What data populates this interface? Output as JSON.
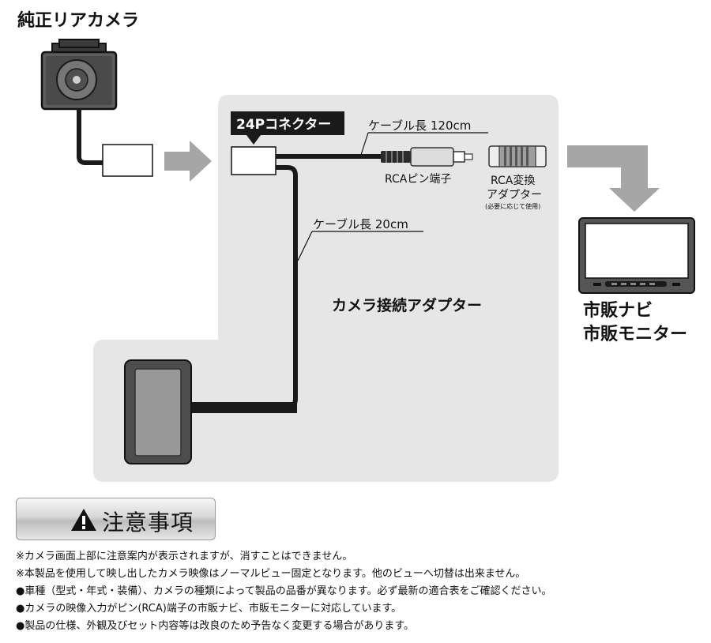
{
  "diagram": {
    "camera_title": "純正リアカメラ",
    "connector_label": "24Pコネクター",
    "cable_long_label": "ケーブル長 120cm",
    "cable_short_label": "ケーブル長 20cm",
    "rca_pin_label": "RCAピン端子",
    "rca_adapter_line1": "RCA変換",
    "rca_adapter_line2": "アダプター",
    "rca_adapter_note": "(必要に応じて使用)",
    "adapter_label": "カメラ接続アダプター",
    "navi_label": "市販ナビ",
    "monitor_label": "市販モニター"
  },
  "notice": {
    "title": "注意事項",
    "items": [
      "※カメラ画面上部に注意案内が表示されますが、消すことはできません。",
      "※本製品を使用して映し出したカメラ映像はノーマルビュー固定となります。他のビューへ切替は出来ません。",
      "●車種（型式・年式・装備）、カメラの種類によって製品の品番が異なります。必ず最新の適合表をご確認ください。",
      "●カメラの映像入力がピン(RCA)端子の市販ナビ、市販モニターに対応しています。",
      "●製品の仕様、外観及びセット内容等は改良のため予告なく変更する場合があります。"
    ]
  },
  "colors": {
    "panel_gray": "#e6e6e6",
    "arrow_gray": "#a6a6a6",
    "cable": "#1a1a1a"
  }
}
